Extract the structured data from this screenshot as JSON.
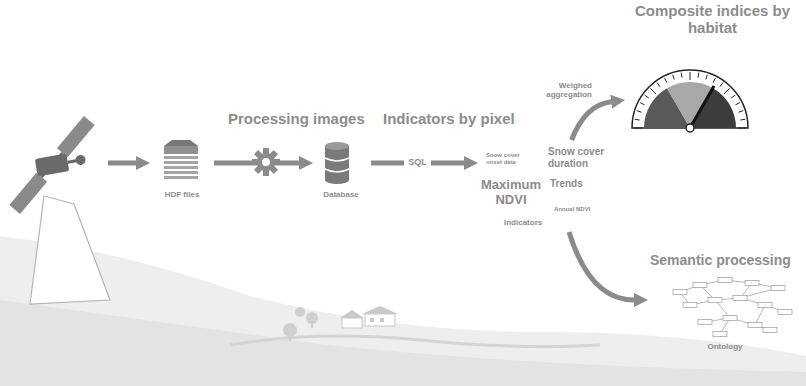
{
  "diagram": {
    "nodes": [
      {
        "text": [
          "HDF files"
        ]
      },
      {
        "text": [
          "Database"
        ]
      },
      {
        "text": [
          "Snow cover onset date",
          "Snow cover duration",
          "Maximum NDVI",
          "Trends",
          "Annual NDVI",
          "Indicators"
        ]
      },
      {
        "text": [
          "Composite indices by habitat"
        ]
      },
      {
        "text": [
          "Semantic processing",
          "Ontology"
        ]
      }
    ],
    "edges": [
      {
        "from": 0,
        "to": 1,
        "arrow": "to"
      },
      {
        "from": 1,
        "to": 2,
        "label": "SQL",
        "arrow": "to"
      },
      {
        "from": 2,
        "to": 3,
        "label": "Weighed aggregation",
        "arrow": "to"
      },
      {
        "from": 2,
        "to": 4,
        "arrow": "to"
      }
    ],
    "labels": [
      "Processing images",
      "Indicators by pixel"
    ]
  }
}
